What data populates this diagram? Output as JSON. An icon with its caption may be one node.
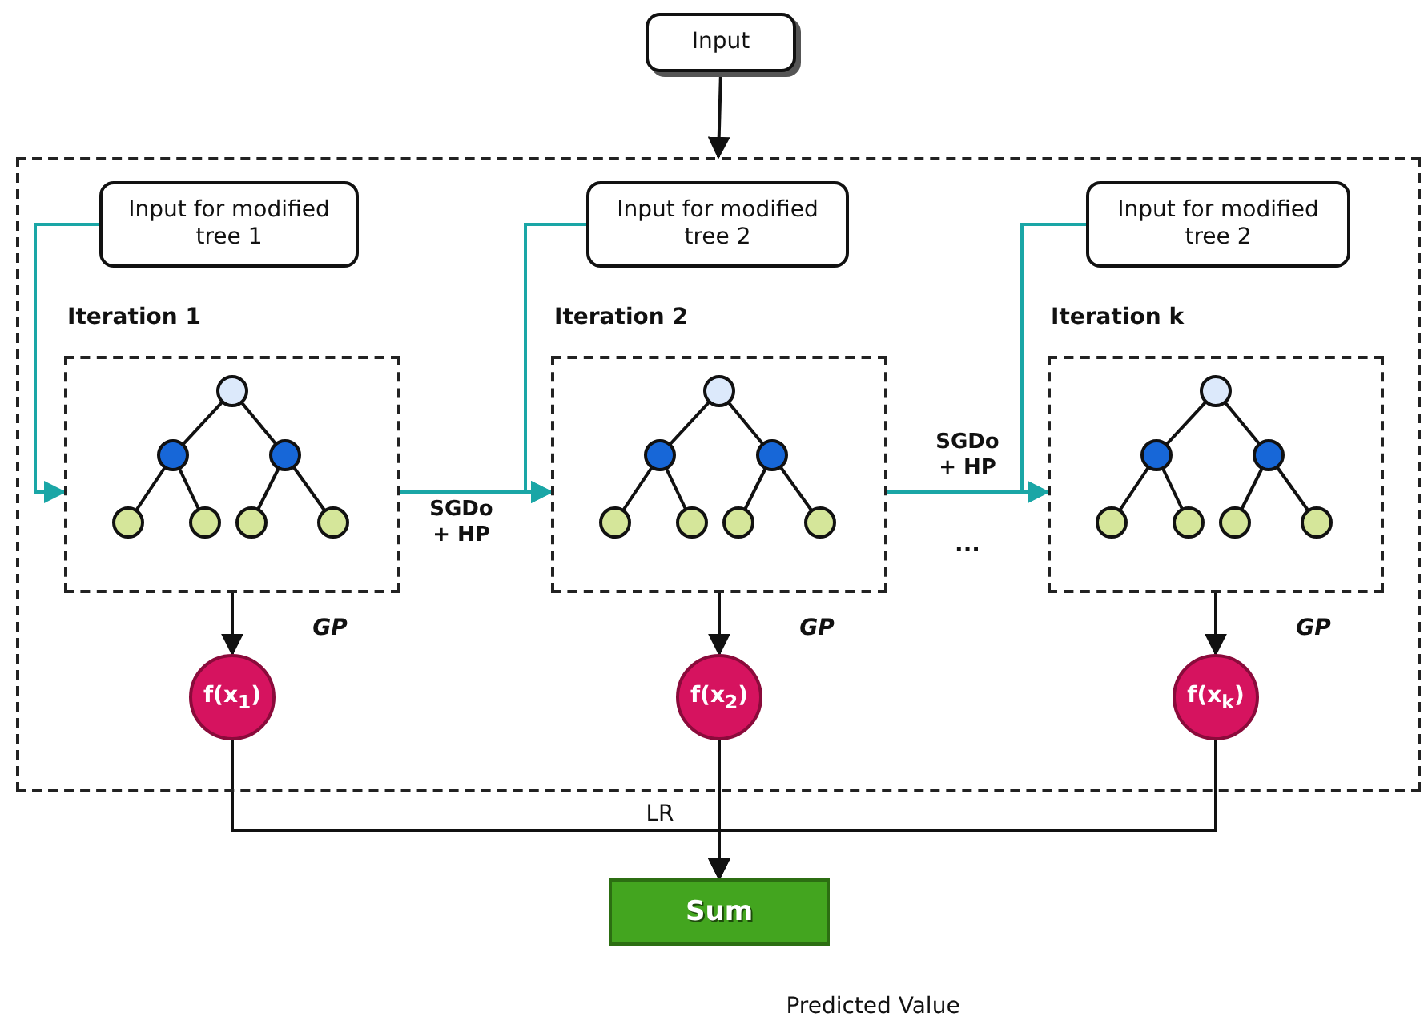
{
  "diagram": {
    "nodes": [
      {
        "text": [
          "Input"
        ]
      },
      {
        "text": [],
        "shape": "box"
      },
      {
        "text": [
          "Input for modified tree 1"
        ],
        "in": 1
      },
      {
        "text": [
          "Input for modified tree 2"
        ],
        "in": 1
      },
      {
        "text": [
          "Input for modified tree 2"
        ],
        "in": 1
      },
      {
        "text": [
          "Iteration 1"
        ],
        "in": 1
      },
      {
        "text": [
          "Iteration 2"
        ],
        "in": 1
      },
      {
        "text": [
          "Iteration k"
        ],
        "in": 1
      },
      {
        "text": [
          "f(x$_{1}$)"
        ],
        "in": 1
      },
      {
        "text": [
          "f(x$_{2}$)"
        ],
        "in": 1
      },
      {
        "text": [
          "f(x$_{k}$)"
        ],
        "in": 1
      },
      {
        "text": [
          "Sum"
        ]
      }
    ],
    "edges": [
      {
        "from": 0,
        "to": 1,
        "arrow": "to"
      },
      {
        "from": 2,
        "to": 5,
        "arrow": "to",
        "color": "#1aa6a6"
      },
      {
        "from": 3,
        "to": 6,
        "arrow": "to",
        "color": "#1aa6a6"
      },
      {
        "from": 5,
        "to": 6,
        "arrow": "to",
        "color": "#1aa6a6",
        "label": "SGDo + HP"
      },
      {
        "from": 4,
        "to": 7,
        "arrow": "to",
        "color": "#1aa6a6"
      },
      {
        "from": 6,
        "to": 7,
        "arrow": "to",
        "color": "#1aa6a6",
        "label": "SGDo + HP"
      },
      {
        "from": 5,
        "to": 8,
        "arrow": "to"
      },
      {
        "from": 6,
        "to": 9,
        "arrow": "to"
      },
      {
        "from": 7,
        "to": 10,
        "arrow": "to"
      },
      {
        "from": 8,
        "to": 11,
        "arrow": "to"
      },
      {
        "from": 9,
        "to": 11,
        "arrow": "to"
      },
      {
        "from": 10,
        "to": 11,
        "arrow": "to"
      }
    ],
    "labels": [
      "...",
      "GP",
      "GP",
      "GP",
      "LR",
      "Predicted Value"
    ]
  }
}
